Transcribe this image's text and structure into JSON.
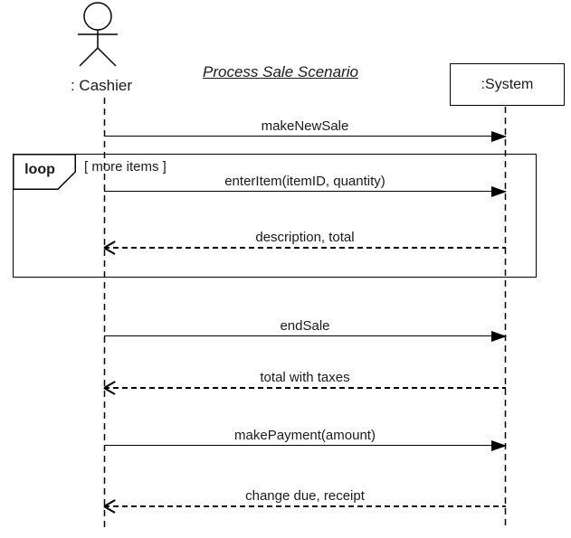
{
  "diagram": {
    "title": "Process Sale Scenario",
    "actor": {
      "name": ": Cashier"
    },
    "system": {
      "name": ":System"
    },
    "loop_frame": {
      "operator": "loop",
      "guard": "[ more items ]"
    },
    "messages": [
      {
        "label": "makeNewSale",
        "type": "sync",
        "from": ": Cashier",
        "to": ":System"
      },
      {
        "label": "enterItem(itemID, quantity)",
        "type": "sync",
        "from": ": Cashier",
        "to": ":System"
      },
      {
        "label": "description, total",
        "type": "return",
        "from": ":System",
        "to": ": Cashier"
      },
      {
        "label": "endSale",
        "type": "sync",
        "from": ": Cashier",
        "to": ":System"
      },
      {
        "label": "total with taxes",
        "type": "return",
        "from": ":System",
        "to": ": Cashier"
      },
      {
        "label": "makePayment(amount)",
        "type": "sync",
        "from": ": Cashier",
        "to": ":System"
      },
      {
        "label": "change due, receipt",
        "type": "return",
        "from": ":System",
        "to": ": Cashier"
      }
    ],
    "colors": {
      "line": "#000000",
      "background": "#ffffff"
    }
  }
}
